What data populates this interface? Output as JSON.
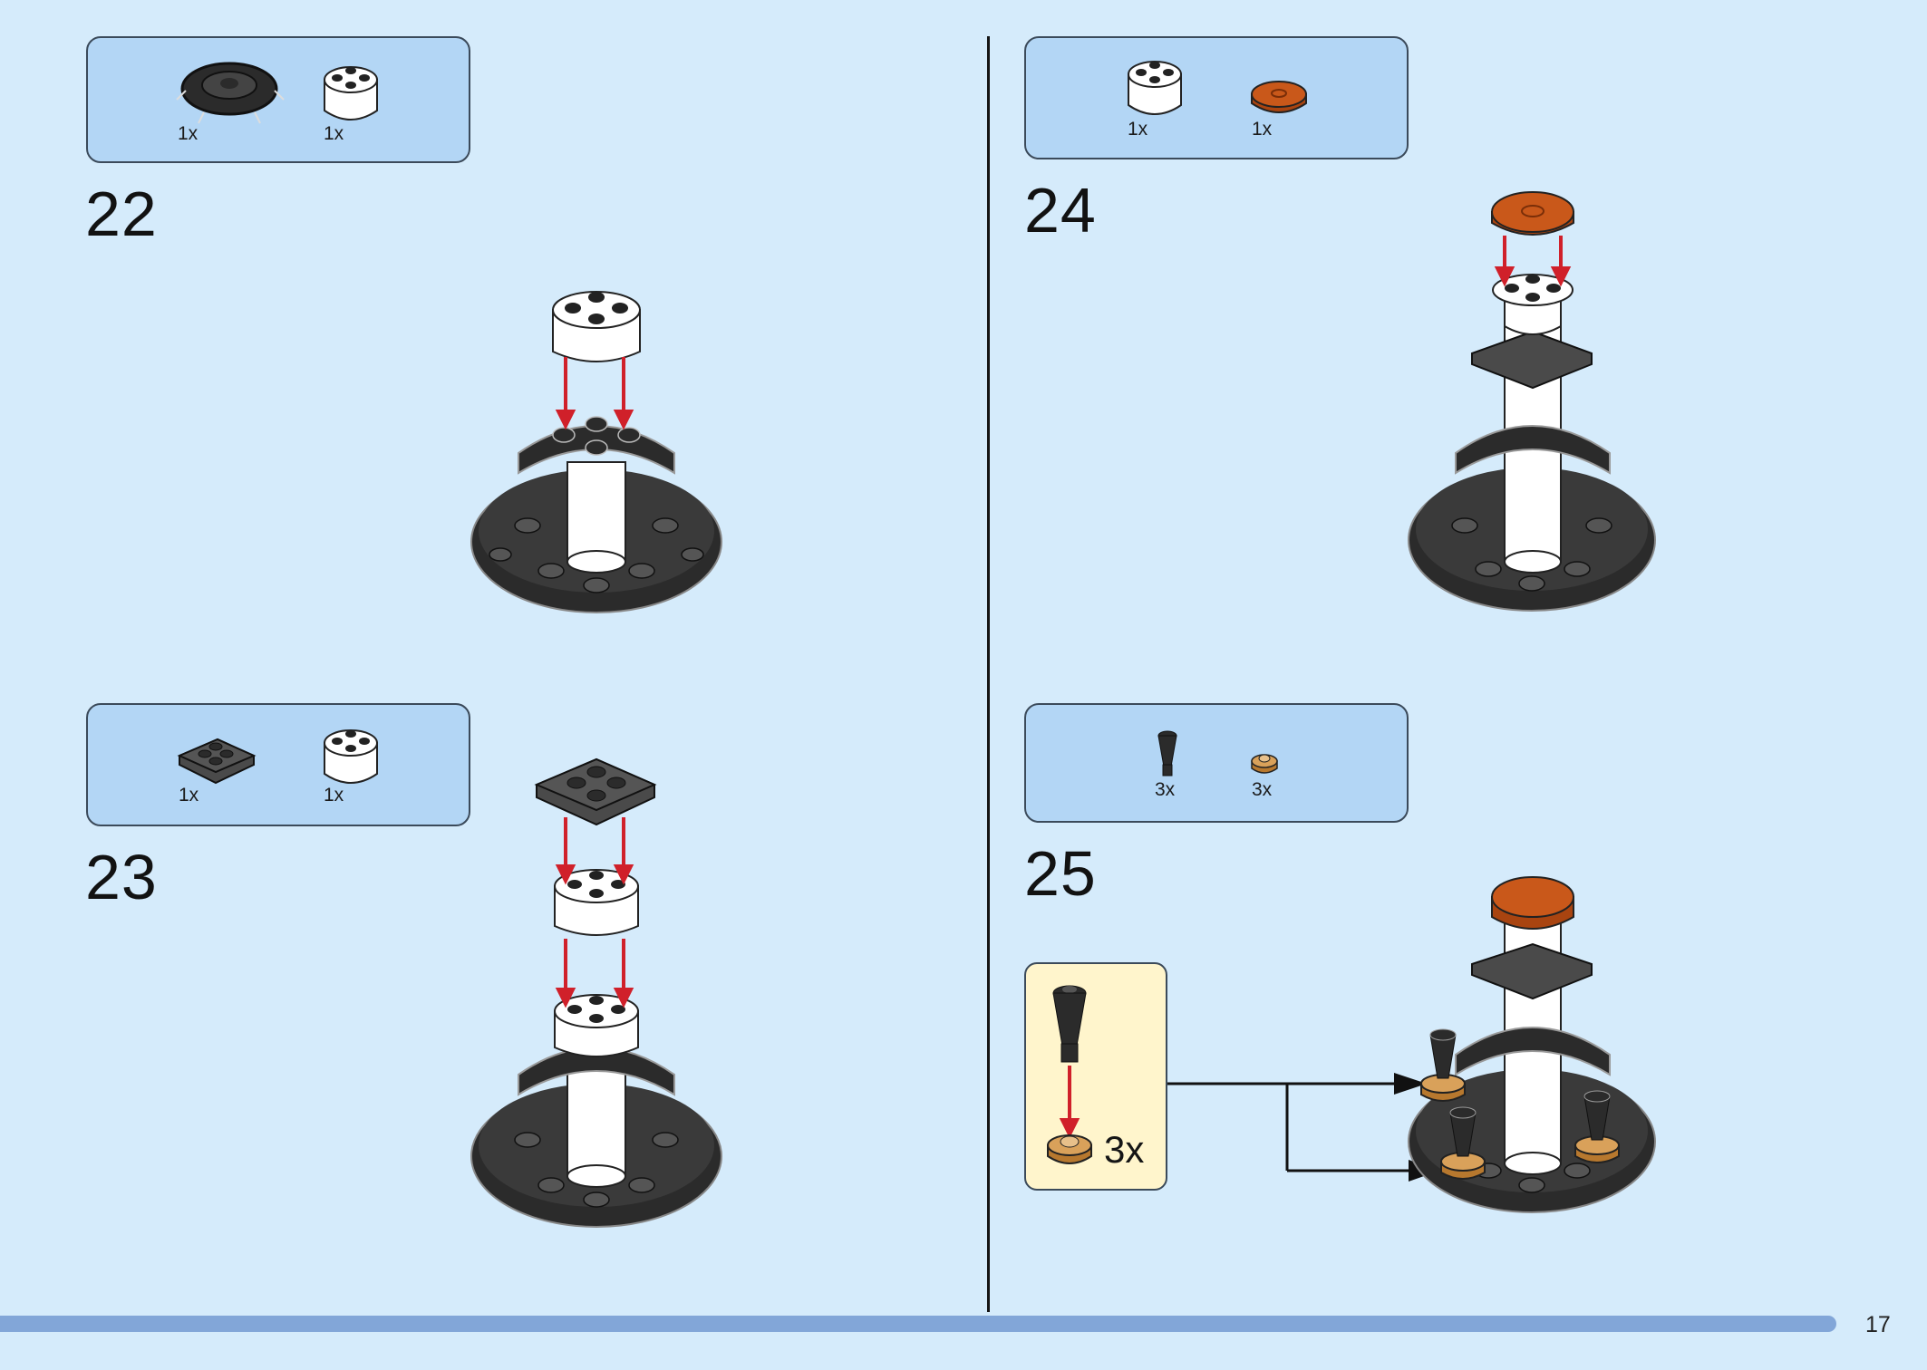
{
  "steps": [
    {
      "number": "22",
      "parts": [
        {
          "name": "black-wheel-hub-part",
          "qty": "1x"
        },
        {
          "name": "white-round-brick-part",
          "qty": "1x"
        }
      ]
    },
    {
      "number": "23",
      "parts": [
        {
          "name": "dark-gray-plate-2x2-part",
          "qty": "1x"
        },
        {
          "name": "white-round-brick-part",
          "qty": "1x"
        }
      ]
    },
    {
      "number": "24",
      "parts": [
        {
          "name": "white-round-brick-part",
          "qty": "1x"
        },
        {
          "name": "orange-round-tile-part",
          "qty": "1x"
        }
      ]
    },
    {
      "number": "25",
      "parts": [
        {
          "name": "black-cone-part",
          "qty": "3x"
        },
        {
          "name": "tan-round-plate-part",
          "qty": "3x"
        }
      ],
      "callout_qty": "3x"
    }
  ],
  "colors": {
    "background": "#d5ebfb",
    "parts_box": "#b3d6f5",
    "callout": "#fff5cc",
    "arrow_red": "#d0202a",
    "footer_bar": "#82a6d8",
    "brick_black": "#2b2b2b",
    "brick_white": "#ffffff",
    "tile_orange": "#c9581a",
    "plate_tan": "#d9a15a"
  },
  "page_number": "17"
}
